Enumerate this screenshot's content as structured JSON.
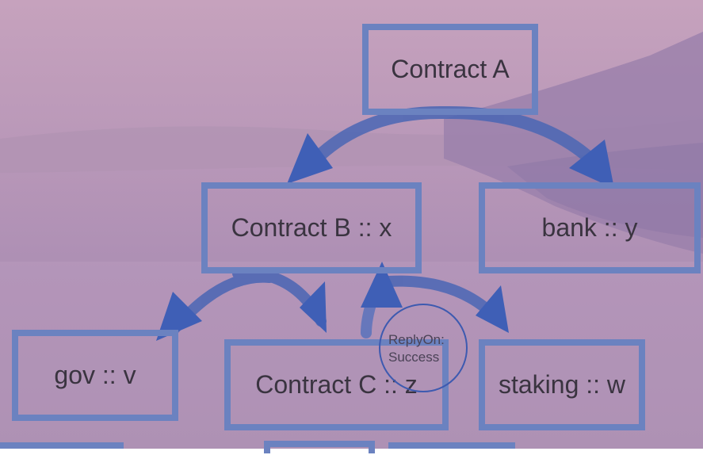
{
  "colors": {
    "box_border": "#6b82c0",
    "arrow": "#4a66b4",
    "text": "#3a3440"
  },
  "nodes": {
    "contract_a": "Contract A",
    "contract_b": "Contract B :: x",
    "bank": "bank :: y",
    "gov": "gov :: v",
    "contract_c": "Contract C :: z",
    "staking": "staking :: w"
  },
  "annotation": {
    "reply_line1": "ReplyOn:",
    "reply_line2": "Success"
  }
}
